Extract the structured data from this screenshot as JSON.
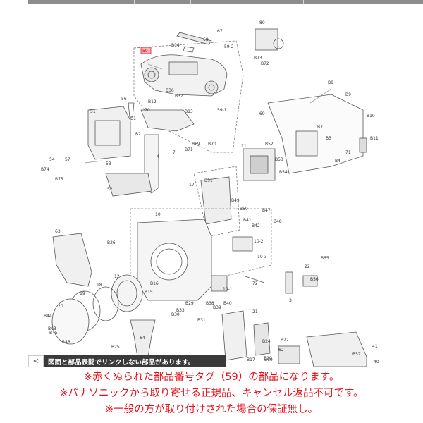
{
  "diagram": {
    "highlight_tag": "59",
    "labels": [
      "67",
      "68",
      "B14",
      "59",
      "59-2",
      "80",
      "B73",
      "B72",
      "B36",
      "B37",
      "56",
      "B12",
      "70",
      "B13",
      "59-1",
      "51",
      "B1",
      "B2",
      "B69",
      "B71",
      "B70",
      "B8",
      "B9",
      "69",
      "B10",
      "B7",
      "B11",
      "B3",
      "71",
      "B4",
      "B52",
      "B53",
      "B54",
      "54",
      "57",
      "53",
      "B74",
      "B75",
      "52",
      "4",
      "7",
      "11",
      "B51",
      "17",
      "B49",
      "B50",
      "B47",
      "10",
      "B41",
      "B42",
      "B48",
      "63",
      "B26",
      "10-2",
      "10-3",
      "B55",
      "22",
      "B56",
      "3",
      "12",
      "18",
      "B16",
      "B15",
      "19",
      "B29",
      "72",
      "B38",
      "B40",
      "10-1",
      "B39",
      "B33",
      "B30",
      "B31",
      "20",
      "B44",
      "B43",
      "B45",
      "21",
      "B46",
      "B22",
      "B24",
      "B25",
      "64",
      "B19",
      "B17",
      "B20",
      "62",
      "B57",
      "41",
      "40"
    ]
  },
  "link_bar": {
    "text": "図面と部品表間でリンクしない部品があります。",
    "nav_icon": "<"
  },
  "notes": [
    "※赤くぬられた部品番号タグ（59）の部品になります。",
    "※パナソニックから取り寄せる正規品、キャンセル返品不可です。",
    "※一般の方が取り付けされた場合の保証無し。"
  ],
  "colors": {
    "accent": "#e8101a",
    "bar": "#3a3a3a"
  }
}
